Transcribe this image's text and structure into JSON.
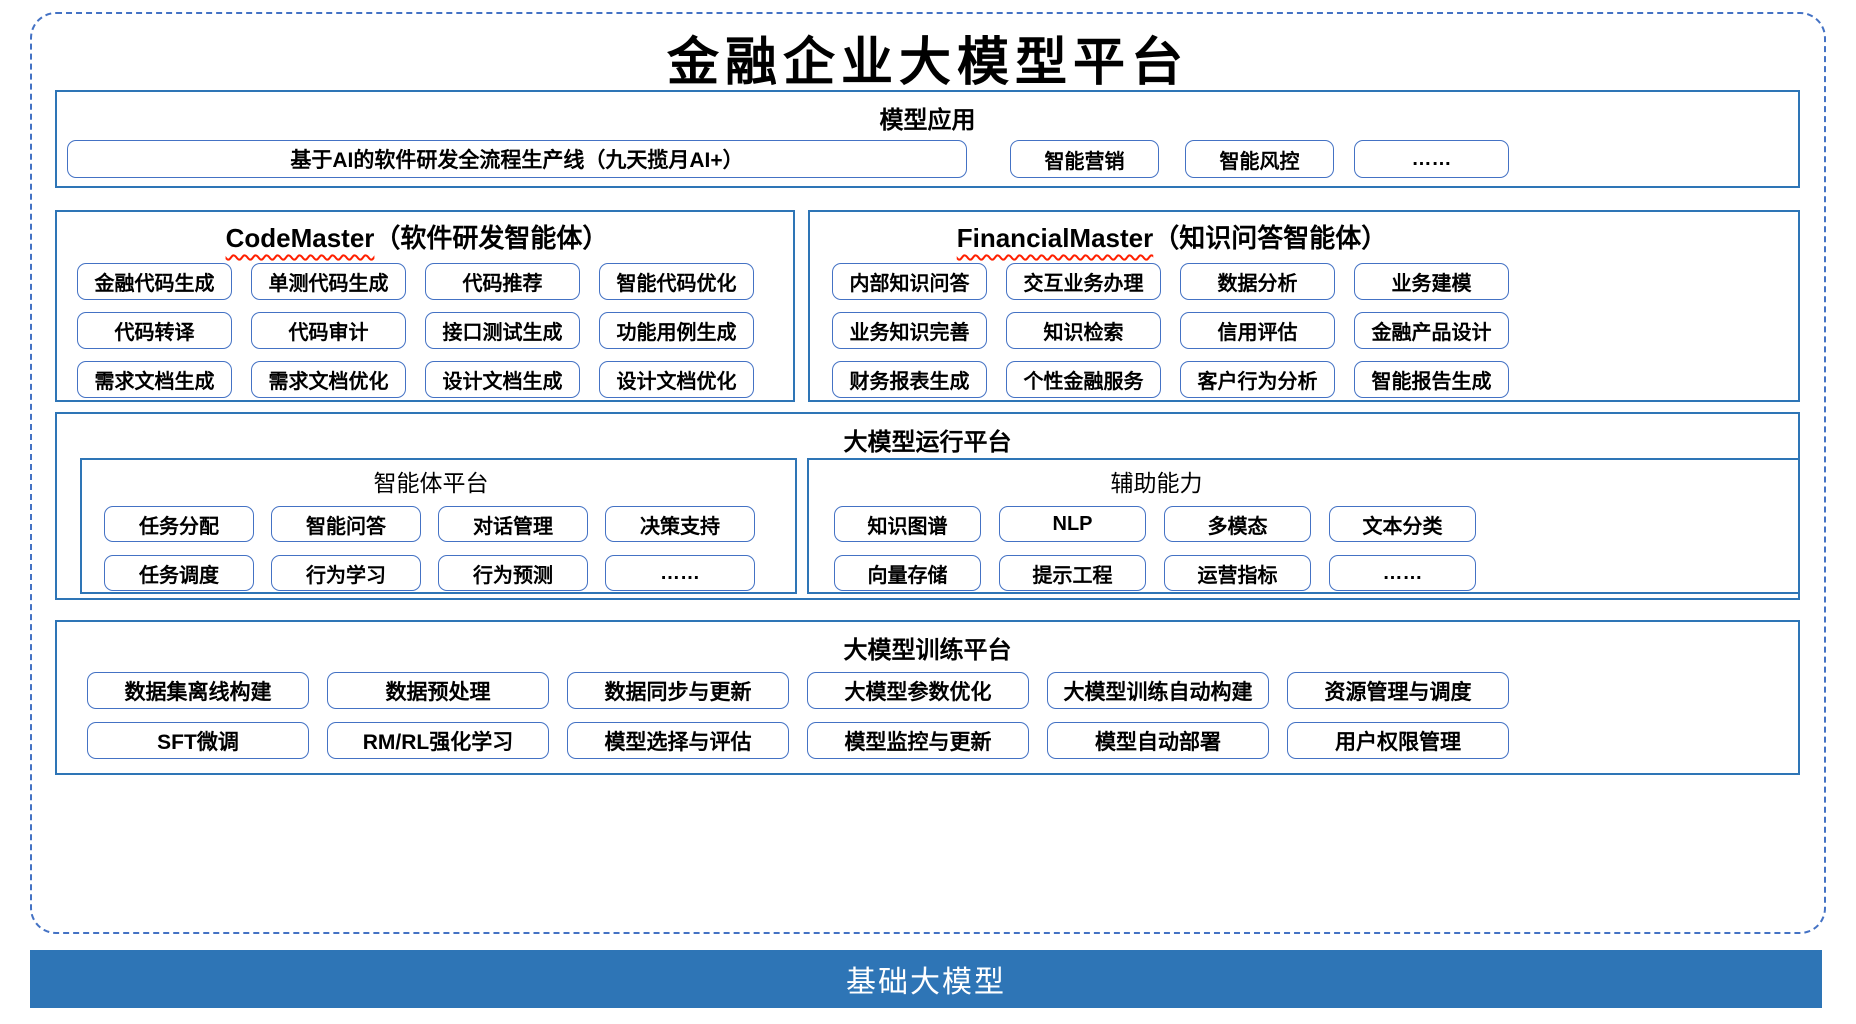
{
  "title": "金融企业大模型平台",
  "colors": {
    "section_border": "#2E75B6",
    "chip_border": "#4472C4",
    "dashed_border": "#4472C4",
    "foundation_bar": "#2E75B6",
    "wavy_underline": "#FF1F00"
  },
  "model_app": {
    "header": "模型应用",
    "main_item": "基于AI的软件研发全流程生产线（九天揽月AI+）",
    "items": [
      "智能营销",
      "智能风控",
      "……"
    ]
  },
  "codemaster": {
    "name": "CodeMaster",
    "subtitle": "（软件研发智能体）",
    "items": [
      "金融代码生成",
      "单测代码生成",
      "代码推荐",
      "智能代码优化",
      "代码转译",
      "代码审计",
      "接口测试生成",
      "功能用例生成",
      "需求文档生成",
      "需求文档优化",
      "设计文档生成",
      "设计文档优化"
    ]
  },
  "financialmaster": {
    "name": "FinancialMaster",
    "subtitle": "（知识问答智能体）",
    "items": [
      "内部知识问答",
      "交互业务办理",
      "数据分析",
      "业务建模",
      "业务知识完善",
      "知识检索",
      "信用评估",
      "金融产品设计",
      "财务报表生成",
      "个性金融服务",
      "客户行为分析",
      "智能报告生成"
    ]
  },
  "runtime": {
    "header": "大模型运行平台",
    "agent_platform": {
      "title": "智能体平台",
      "items": [
        "任务分配",
        "智能问答",
        "对话管理",
        "决策支持",
        "任务调度",
        "行为学习",
        "行为预测",
        "……"
      ]
    },
    "auxiliary": {
      "title": "辅助能力",
      "items": [
        "知识图谱",
        "NLP",
        "多模态",
        "文本分类",
        "向量存储",
        "提示工程",
        "运营指标",
        "……"
      ]
    }
  },
  "training": {
    "header": "大模型训练平台",
    "items": [
      "数据集离线构建",
      "数据预处理",
      "数据同步与更新",
      "大模型参数优化",
      "大模型训练自动构建",
      "资源管理与调度",
      "SFT微调",
      "RM/RL强化学习",
      "模型选择与评估",
      "模型监控与更新",
      "模型自动部署",
      "用户权限管理"
    ]
  },
  "foundation": {
    "label": "基础大模型"
  }
}
